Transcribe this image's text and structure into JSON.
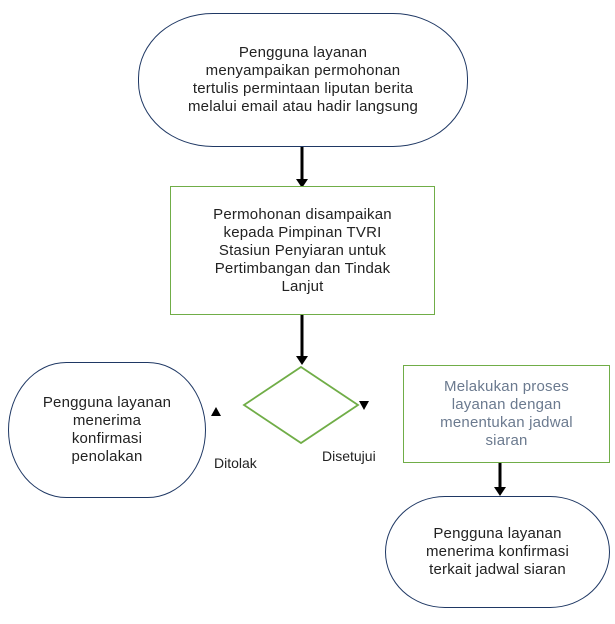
{
  "nodes": {
    "start": {
      "text": "Pengguna layanan\nmenyampaikan permohonan\ntertulis permintaan liputan berita\nmelalui email atau hadir langsung"
    },
    "review": {
      "text": "Permohonan disampaikan\nkepada Pimpinan TVRI\nStasiun Penyiaran untuk\nPertimbangan dan Tindak\nLanjut"
    },
    "decision": {
      "text": ""
    },
    "rejected": {
      "text": "Pengguna layanan\nmenerima\nkonfirmasi\npenolakan"
    },
    "process": {
      "text": "Melakukan proses\nlayanan dengan\nmenentukan jadwal\nsiaran"
    },
    "accepted": {
      "text": "Pengguna layanan\nmenerima konfirmasi\nterkait jadwal siaran"
    }
  },
  "edges": {
    "rejected_label": "Ditolak",
    "approved_label": "Disetujui"
  },
  "colors": {
    "terminal_border": "#1f3864",
    "process_border": "#70ad47",
    "decision_border": "#70ad47",
    "arrow": "#000000"
  }
}
